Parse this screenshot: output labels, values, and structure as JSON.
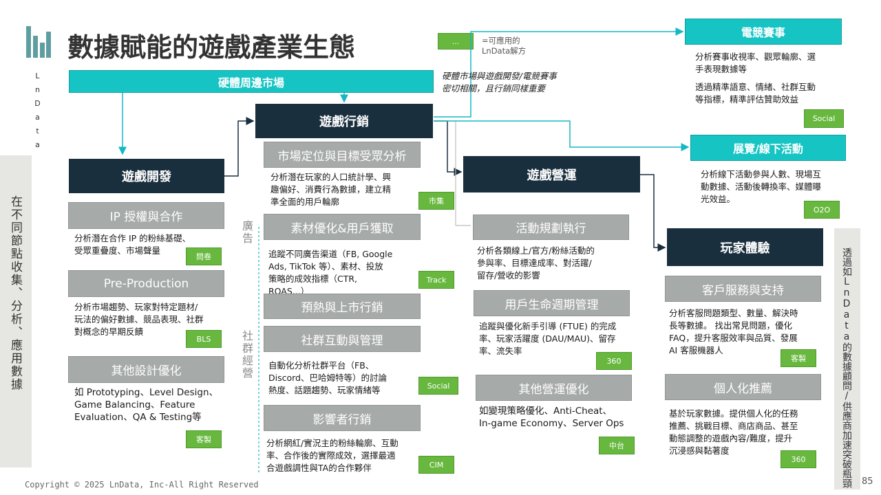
{
  "title": "數據賦能的遊戲產業生態",
  "brand_vertical": "LnData",
  "legend": {
    "tag": "...",
    "text": "=可應用的\nLnData解方"
  },
  "left_panel": "在不同節點收集、分析、應用數據",
  "right_panel": "透過如LnData的數據顧問/供應商加速突破瓶頸",
  "note": "硬體市場與遊戲開發/電競賽事\n密切相關，且行銷同樣重要",
  "hardware": "硬體周邊市場",
  "game_dev": {
    "title": "遊戲開發",
    "items": [
      {
        "label": "IP 授權與合作",
        "desc": "分析潛在合作 IP 的粉絲基礎、\n受眾重疊度、市場聲量",
        "tag": "問卷"
      },
      {
        "label": "Pre-Production",
        "desc": "分析市場趨勢、玩家對特定題材/\n玩法的偏好數據、競品表現、社群\n對概念的早期反饋",
        "tag": "BLS"
      },
      {
        "label": "其他設計優化",
        "desc": "如 Prototyping、Level Design、\nGame Balancing、Feature\nEvaluation、QA & Testing等",
        "tag": "客製"
      }
    ]
  },
  "marketing": {
    "title": "遊戲行銷",
    "ad_label": "廣告",
    "social_label": "社群經營",
    "items": [
      {
        "label": "市場定位與目標受眾分析",
        "desc": "分析潛在玩家的人口統計學、興\n趣偏好、消費行為數據，建立精\n準全面的用戶輪廓",
        "tag": "市集"
      },
      {
        "label": "素材優化&用戶獲取",
        "desc": "追蹤不同廣告渠道（FB, Google\nAds, TikTok 等）、素材、投放\n策略的成效指標（CTR,\nROAS...）",
        "tag": "Track"
      },
      {
        "label": "預熱與上市行銷",
        "desc": "",
        "tag": ""
      },
      {
        "label": "社群互動與管理",
        "desc": "自動化分析社群平台（FB、\nDiscord、巴哈姆特等）的討論\n熱度、話題趨勢、玩家情緒等",
        "tag": "Social"
      },
      {
        "label": "影響者行銷",
        "desc": "分析網紅/實況主的粉絲輪廓、互動\n率、合作後的實際成效，選擇最適\n合遊戲調性與TA的合作夥伴",
        "tag": "CIM"
      }
    ]
  },
  "operations": {
    "title": "遊戲營運",
    "items": [
      {
        "label": "活動規劃執行",
        "desc": "分析各類線上/官方/粉絲活動的\n參與率、目標達成率、對活躍/\n留存/營收的影響",
        "tag": ""
      },
      {
        "label": "用戶生命週期管理",
        "desc": "追蹤與優化新手引導 (FTUE) 的完成\n率、玩家活躍度 (DAU/MAU)、留存\n率、流失率",
        "tag": "360"
      },
      {
        "label": "其他營運優化",
        "desc": "如變現策略優化、Anti-Cheat、\nIn-game Economy、Server Ops",
        "tag": "中台"
      }
    ]
  },
  "esports": {
    "title": "電競賽事",
    "desc1": "分析賽事收視率、觀眾輪廓、選\n手表現數據等",
    "desc2": "透過精準語意、情緒、社群互動\n等指標，精準評估贊助效益",
    "tag": "Social"
  },
  "events": {
    "title": "展覽/線下活動",
    "desc": "分析線下活動參與人數、現場互\n動數據、活動後轉換率、媒體曝\n光效益。",
    "tag": "O2O"
  },
  "player": {
    "title": "玩家體驗",
    "items": [
      {
        "label": "客戶服務與支持",
        "desc": "分析客服問題類型、數量、解決時\n長等數據。 找出常見問題，優化\nFAQ，提升客服效率與品質、發展\nAI 客服機器人",
        "tag": "客製"
      },
      {
        "label": "個人化推薦",
        "desc": "基於玩家數據。提供個人化的任務\n推薦、挑戰目標、商店商品、甚至\n動態調整的遊戲內容/難度，提升\n沉浸感與黏著度",
        "tag": "360"
      }
    ]
  },
  "footer": "Copyright © 2025 LnData, Inc-All Right Reserved",
  "page_number": "85",
  "colors": {
    "navy": "#1a2f3e",
    "teal": "#17c4c4",
    "gray": "#a6aaa9",
    "green": "#68b83f",
    "line": "#14b8c4"
  }
}
